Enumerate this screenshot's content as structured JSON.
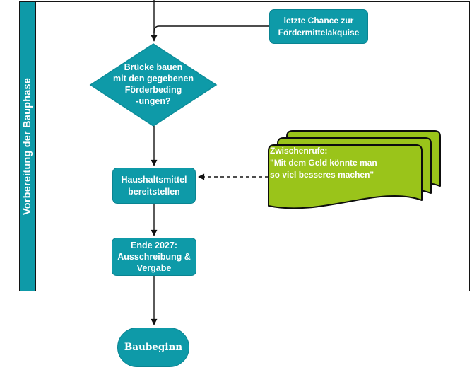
{
  "colors": {
    "teal": "#0e9aa8",
    "green": "#9ac41a",
    "outline_black": "#141414",
    "label_text": "#ffffff"
  },
  "lane": {
    "title": "Vorbereitung der Bauphase"
  },
  "nodes": {
    "letzte_chance": {
      "line1": "letzte Chance zur",
      "line2": "Fördermittelakquise"
    },
    "decision": {
      "line1": "Brücke bauen",
      "line2": "mit den gegebenen",
      "line3": "Förderbeding",
      "line4": "-ungen?"
    },
    "haushaltsmittel": {
      "line1": "Haushaltsmittel",
      "line2": "bereitstellen"
    },
    "ende_2027": {
      "line1": "Ende 2027:",
      "line2": "Ausschreibung &",
      "line3": "Vergabe"
    },
    "zwischenrufe": {
      "line1": "Zwischenrufe:",
      "line2": "\"Mit dem Geld könnte man",
      "line3": "so viel besseres machen\""
    },
    "baubeginn": {
      "label": "Baubeginn"
    }
  }
}
